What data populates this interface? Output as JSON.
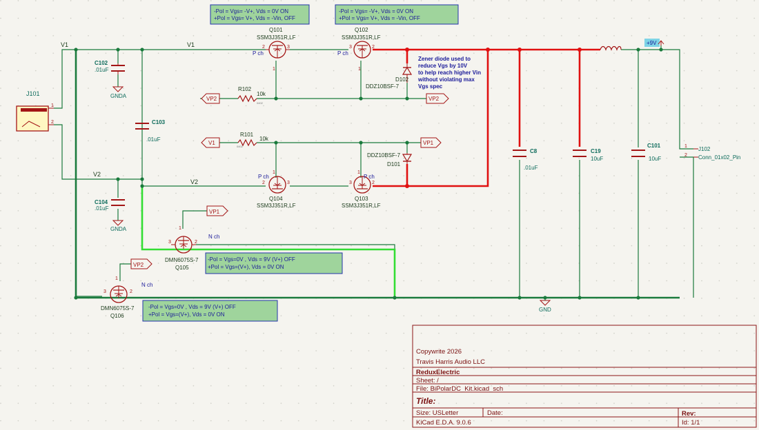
{
  "colors": {
    "wire": "#1a7a3c",
    "component": "#a31515",
    "label_text": "#0c6b5b",
    "pin_number": "#a31515",
    "note_fill": "#9fd49c",
    "note_border": "#2233aa",
    "note_text": "#1a1a99",
    "highlight_red": "#e01010",
    "highlight_green": "#33dd33",
    "power_flag": "#7ed4e6",
    "titleblock": "#8a1414",
    "background": "#f5f4ef"
  },
  "notes": {
    "q101": [
      "-Pol = Vgs= -V+, Vds = 0V ON",
      "+Pol = Vgs= V+, Vds = -Vin, OFF"
    ],
    "q102": [
      "-Pol = Vgs= -V+, Vds = 0V ON",
      "+Pol = Vgs= V+, Vds = -Vin, OFF"
    ],
    "q105": [
      "-Pol = Vgs=0V , Vds = 9V (V+) OFF",
      "+Pol = Vgs=(V+), Vds = 0V  ON"
    ],
    "q106": [
      "-Pol = Vgs=0V , Vds = 9V (V+) OFF",
      "+Pol = Vgs=(V+), Vds = 0V  ON"
    ],
    "zener": [
      "Zener diode used to",
      "reduce Vgs by 10V",
      "to help reach higher Vin",
      "without violating max",
      "Vgs spec"
    ]
  },
  "connectors": {
    "j101": {
      "ref": "J101",
      "pin1": "1",
      "pin2": "2"
    },
    "j102": {
      "ref": "J102",
      "value": "Conn_01x02_Pin",
      "pin1": "1",
      "pin2": "2"
    }
  },
  "nets": {
    "v1_left": "V1",
    "v1_mid": "V1",
    "v2_left": "V2",
    "v2_mid": "V2",
    "vp1": "VP1",
    "vp2": "VP2",
    "gnda": "GNDA",
    "gnd": "GND",
    "plus9v": "+9V"
  },
  "capacitors": {
    "c102": {
      "ref": "C102",
      "value": ".01uF"
    },
    "c103": {
      "ref": "C103",
      "value": ".01uF"
    },
    "c104": {
      "ref": "C104",
      "value": ".01uF"
    },
    "c8": {
      "ref": "C8",
      "value": ".01uF"
    },
    "c19": {
      "ref": "C19",
      "value": "10uF"
    },
    "c101": {
      "ref": "C101",
      "value": "10uF"
    }
  },
  "resistors": {
    "r101": {
      "ref": "R101",
      "value": "10k",
      "footprint": "0402"
    },
    "r102": {
      "ref": "R102",
      "value": "10k",
      "footprint": "0402"
    }
  },
  "diodes": {
    "d101": {
      "ref": "D101",
      "value": "DDZ10BSF-7"
    },
    "d102": {
      "ref": "D102",
      "value": "DDZ10BSF-7"
    }
  },
  "mosfets": {
    "q101": {
      "ref": "Q101",
      "value": "SSM3J351R,LF",
      "type": "P ch"
    },
    "q102": {
      "ref": "Q102",
      "value": "SSM3J351R,LF",
      "type": "P ch"
    },
    "q103": {
      "ref": "Q103",
      "value": "SSM3J351R,LF",
      "type": "P ch"
    },
    "q104": {
      "ref": "Q104",
      "value": "SSM3J351R,LF",
      "type": "P ch"
    },
    "q105": {
      "ref": "Q105",
      "value": "DMN6075S-7",
      "type": "N ch"
    },
    "q106": {
      "ref": "Q106",
      "value": "DMN6075S-7",
      "type": "N ch"
    }
  },
  "pins": {
    "one": "1",
    "two": "2",
    "three": "3"
  },
  "titleblock": {
    "copyright": "Copywrite 2026",
    "company": "Travis Harris Audio LLC",
    "project": "ReduxElectric",
    "sheet": "Sheet: /",
    "file": "File: BiPolarDC_Kit.kicad_sch",
    "title": "Title:",
    "size": "Size: USLetter",
    "date": "Date:",
    "rev": "Rev:",
    "tool": "KiCad E.D.A. 9.0.6",
    "id": "Id: 1/1"
  }
}
